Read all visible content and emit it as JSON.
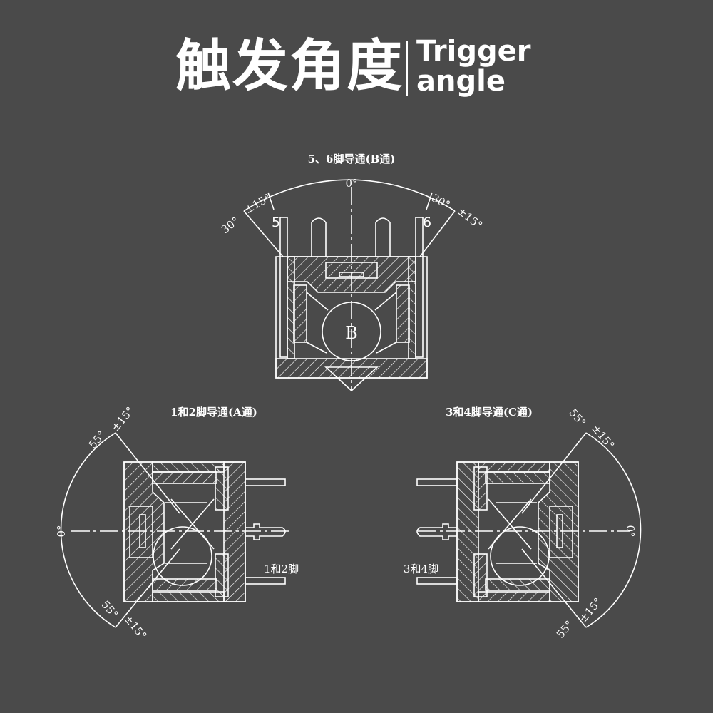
{
  "header": {
    "title_cn": "触发角度",
    "title_en_line1": "Trigger",
    "title_en_line2": "angle"
  },
  "views": {
    "b": {
      "caption": "5、6脚导通(B通)",
      "zero_label": "0°",
      "left_angle": "30°",
      "left_tol": "±15°",
      "right_angle": "30°",
      "right_tol": "±15°",
      "pin_left": "5",
      "pin_right": "6",
      "ball_label": "B"
    },
    "a": {
      "caption": "1和2脚导通(A通)",
      "zero_label": "0°",
      "top_angle": "55°",
      "top_tol": "±15°",
      "bottom_angle": "55°",
      "bottom_tol": "±15°",
      "pins_label": "1和2脚"
    },
    "c": {
      "caption": "3和4脚导通(C通)",
      "zero_label": "0°",
      "top_angle": "55°",
      "top_tol": "±15°",
      "bottom_angle": "55°",
      "bottom_tol": "±15°",
      "pins_label": "3和4脚"
    }
  }
}
